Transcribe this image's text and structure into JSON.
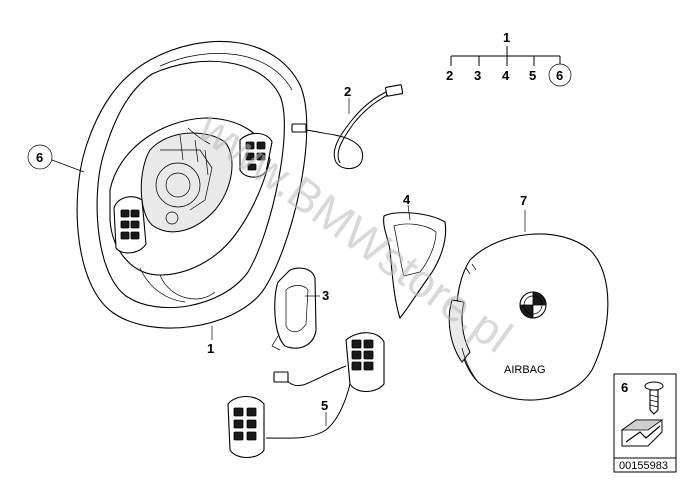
{
  "labels": {
    "tree_root": "1",
    "tree_children": [
      "2",
      "3",
      "4",
      "5",
      "6"
    ],
    "steering_wheel_callout": "6",
    "steering_wheel": "1",
    "wiring_harness": "2",
    "trim_cover_left": "3",
    "trim_cover_right": "4",
    "switch_assembly": "5",
    "airbag_module": "7",
    "legend_part": "6"
  },
  "watermark": "www.BMWstore.pl",
  "airbag_imprint": "AIRBAG",
  "diagram_id": "00155983"
}
